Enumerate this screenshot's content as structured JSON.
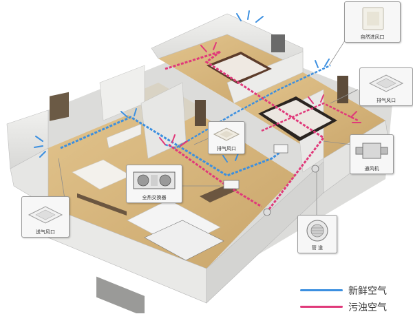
{
  "callouts": {
    "natural_inlet": "自然进风口",
    "exhaust_vent_bedroom": "排气风口",
    "exhaust_fan": "通风机",
    "exhaust_vent_living": "排气风口",
    "heat_exchanger": "全热交换器",
    "supply_vent": "送气风口",
    "wall_cap": "管 道"
  },
  "legend": {
    "fresh_air": "新鲜空气",
    "exhaust_air": "污浊空气"
  },
  "colors": {
    "fresh_air": "#3b8fe0",
    "exhaust_air": "#e0397a"
  }
}
